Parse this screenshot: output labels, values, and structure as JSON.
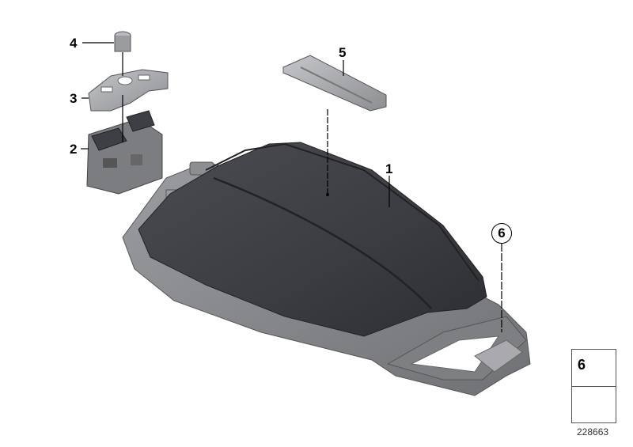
{
  "diagram": {
    "type": "exploded-parts-diagram",
    "subject": "center console armrest assembly",
    "callouts": [
      {
        "id": "1",
        "label": "1",
        "part": "armrest cover"
      },
      {
        "id": "2",
        "label": "2",
        "part": "switch unit"
      },
      {
        "id": "3",
        "label": "3",
        "part": "trim bracket"
      },
      {
        "id": "4",
        "label": "4",
        "part": "cap / plug"
      },
      {
        "id": "5",
        "label": "5",
        "part": "trim strip"
      },
      {
        "id": "6",
        "label": "6",
        "part": "screw (circled reference)"
      }
    ],
    "legend": {
      "item_number": "6",
      "item_icon": "screw-icon",
      "symbol_icon": "arrow-bracket-icon"
    },
    "diagram_number": "228663"
  },
  "colors": {
    "armrest_dark": "#3c3e44",
    "frame_gray": "#8a8c90",
    "light_part": "#a9abaf",
    "line": "#000000"
  }
}
